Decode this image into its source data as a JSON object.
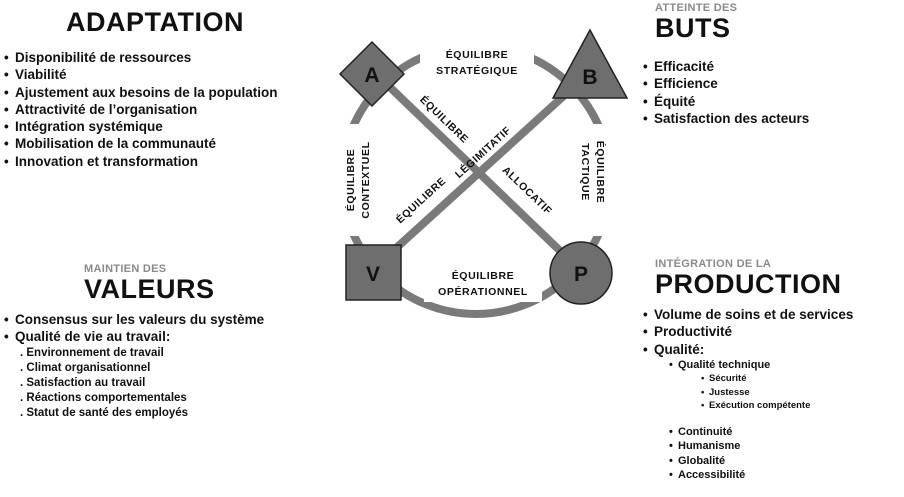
{
  "adaptation": {
    "title": "ADAPTATION",
    "items": [
      "Disponibilité de ressources",
      "Viabilité",
      "Ajustement aux besoins de la population",
      "Attractivité de l’organisation",
      "Intégration systémique",
      "Mobilisation de la communauté",
      "Innovation et transformation"
    ]
  },
  "buts": {
    "subtitle": "ATTEINTE DES",
    "title": "BUTS",
    "items": [
      "Efficacité",
      "Efficience",
      "Équité",
      "Satisfaction des acteurs"
    ]
  },
  "valeurs": {
    "subtitle": "MAINTIEN DES",
    "title": "VALEURS",
    "items": [
      "Consensus sur les valeurs du système",
      "Qualité de vie au travail:"
    ],
    "subitems": [
      "Environnement de travail",
      "Climat organisationnel",
      "Satisfaction au travail",
      "Réactions comportementales",
      "Statut de santé des employés"
    ]
  },
  "production": {
    "subtitle": "INTÉGRATION DE LA",
    "title": "PRODUCTION",
    "items": [
      "Volume de soins et de services",
      "Productivité",
      "Qualité:"
    ],
    "quality_technique": "Qualité technique",
    "technique_items": [
      "Sécurité",
      "Justesse",
      "Exécution compétente"
    ],
    "other_items": [
      "Continuité",
      "Humanisme",
      "Globalité",
      "Accessibilité"
    ]
  },
  "diagram": {
    "nodes": {
      "a": "A",
      "b": "B",
      "v": "V",
      "p": "P"
    },
    "strategique": [
      "ÉQUILIBRE",
      "STRATÉGIQUE"
    ],
    "tactique": [
      "ÉQUILIBRE",
      "TACTIQUE"
    ],
    "operationnel": [
      "ÉQUILIBRE",
      "OPÉRATIONNEL"
    ],
    "contextuel": [
      "ÉQUILIBRE",
      "CONTEXTUEL"
    ],
    "legitimatif": [
      "ÉQUILIBRE",
      "LÉGIMITATIF"
    ],
    "allocatif": [
      "ÉQUILIBRE",
      "ALLOCATIF"
    ],
    "colors": {
      "shape_fill": "#6e6e6e",
      "line": "#7a7a7a",
      "text": "#111111",
      "subtitle": "#8a8a8a"
    }
  }
}
